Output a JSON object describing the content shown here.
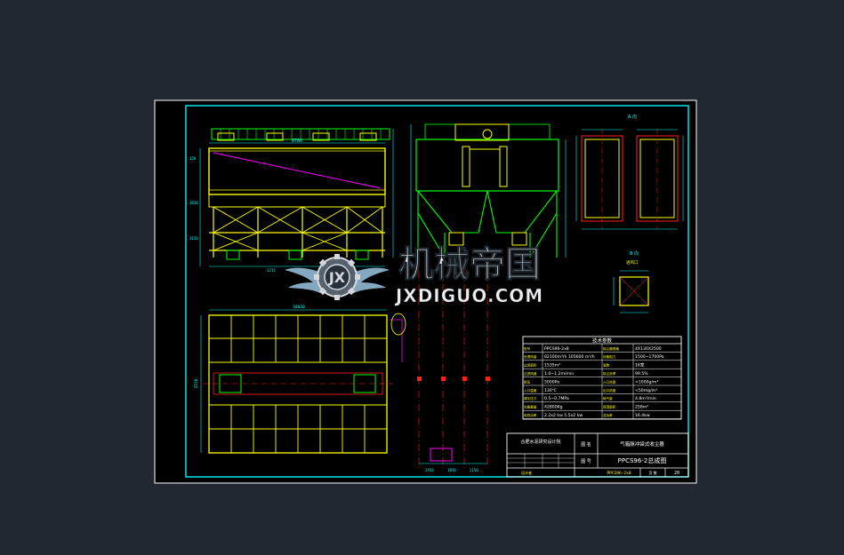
{
  "drawing": {
    "params_table": {
      "title": "技术参数",
      "rows": [
        {
          "k1": "型号",
          "v1": "PPCS96-2x8",
          "k2": "除尘器规格",
          "v2": "4X130X2500"
        },
        {
          "k1": "处理风量",
          "v1": "82100m³/h 105600 m³/h",
          "k2": "设备阻力",
          "v2": "1500~1700Pa"
        },
        {
          "k1": "过滤面积",
          "v1": "1535m²",
          "k2": "室数",
          "v2": "16室"
        },
        {
          "k1": "过滤风速",
          "v1": "1.0~1.2m/min",
          "k2": "除尘效率",
          "v2": "99.5%"
        },
        {
          "k1": "耐压",
          "v1": "5000Pa",
          "k2": "入口浓度",
          "v2": "<1000g/m³"
        },
        {
          "k1": "入口温度",
          "v1": "130℃",
          "k2": "出口浓度",
          "v2": "<50mg/m³"
        },
        {
          "k1": "清灰压力",
          "v1": "0.5~0.7MPa",
          "k2": "耗气量",
          "v2": "4.8m³/min"
        },
        {
          "k1": "设备重量",
          "v1": "42800Kg",
          "k2": "保温面积",
          "v2": "258m²"
        },
        {
          "k1": "电机功率",
          "v1": "2.2x2 kw 5.5x2 kw",
          "k2": "总功率",
          "v2": "16.4kw"
        }
      ]
    },
    "title_block": {
      "company": "合肥水泥研究设计院",
      "label_name": "图 名",
      "drawing_name": "气箱脉冲袋式收尘器",
      "label_number": "图 号",
      "drawing_number": "PPCS96-2总成图",
      "footer_left": "设计者",
      "footer_number": "PPCS96-2x8",
      "footer_label": "页 数",
      "footer_page": "20"
    },
    "views": {
      "view_a": "A 向",
      "view_b": "B 向",
      "inlet": "进风口"
    },
    "dimensions": {
      "front_length": "9780",
      "plan_length": "10020",
      "plan_width": "2720",
      "side_widths": [
        "2450",
        "1850",
        "2150"
      ]
    },
    "watermark": {
      "text": "机械帝国",
      "url": "JXDIGUO.COM"
    },
    "colors": {
      "background": "#212830",
      "paper": "#000000",
      "frame": "#ffffff",
      "border": "#00e5ee",
      "steel": "#ffff00",
      "structure": "#00ff00",
      "dimension": "#00ffff",
      "centerline": "#ff2020",
      "annotation": "#ff00ff"
    }
  }
}
